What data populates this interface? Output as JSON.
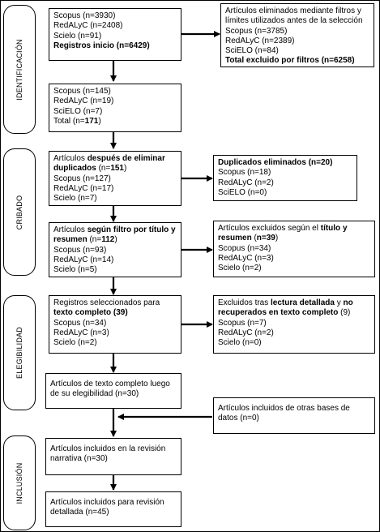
{
  "phases": {
    "identificacion": "IDENTIFICACIÓN",
    "cribado": "CRIBADO",
    "elegibilidad": "ELEGIBILIDAD",
    "inclusion": "INCLUSIÓN"
  },
  "box1": {
    "l1": "Scopus (n=3930)",
    "l2": "RedALyC (n=2408)",
    "l3": "Scielo (n=91)",
    "l4": "Registros inicio (n=6429)"
  },
  "box_filtros": {
    "l1": "Artículos eliminados mediante filtros y límites utilizados antes de la selección",
    "l2": "Scopus (n=3785)",
    "l3": "RedALyC (n=2389)",
    "l4": "SciELO (n=84)",
    "l5": "Total excluido por filtros (n=6258)"
  },
  "box2": {
    "l1": "Scopus (n=145)",
    "l2": "RedALyC (n=19)",
    "l3": "SciELO (n=7)",
    "l4a": "Total (n=",
    "l4b": "171",
    "l4c": ")"
  },
  "box3": {
    "a": "Artículos ",
    "b": "después de eliminar duplicados",
    "c": " (n=",
    "d": "151",
    "e": ")",
    "l2": "Scopus (n=127)",
    "l3": "RedALyC (n=17)",
    "l4": "Scielo (n=7)"
  },
  "box_dup": {
    "l1": "Duplicados eliminados (n=20)",
    "l2": "Scopus (n=18)",
    "l3": "RedALyC (n=2)",
    "l4": "SciELO (n=0)"
  },
  "box4": {
    "a": "Artículos ",
    "b": "según filtro por título y resumen",
    "c": " (n=",
    "d": "112",
    "e": ")",
    "l2": "Scopus (n=93)",
    "l3": "RedALyC (n=14)",
    "l4": "Scielo (n=5)"
  },
  "box_excl": {
    "a": "Artículos excluidos según el ",
    "b": "título y resumen",
    "c": " (",
    "d": "n=39",
    "e": ")",
    "l2": "Scopus (n=34)",
    "l3": "RedALyC (n=3)",
    "l4": "Scielo (n=2)"
  },
  "box5": {
    "a": "Registros seleccionados para ",
    "b": "texto completo (39)",
    "l2": "Scopus (n=34)",
    "l3": "RedALyC (n=3)",
    "l4": "Scielo (n=2)"
  },
  "box_lect": {
    "a": "Excluidos tras ",
    "b": "lectura detallada",
    "c": " y ",
    "d": "no recuperados en texto completo",
    "e": " (9)",
    "l2": "Scopus (n=7)",
    "l3": "RedALyC (n=2)",
    "l4": "Scielo (n=0)"
  },
  "box6": {
    "l1": "Artículos de texto completo luego de su elegibilidad (n=30)"
  },
  "box_otras": {
    "l1": "Artículos incluidos de otras bases de datos (n=0)"
  },
  "box7": {
    "l1": "Artículos incluidos en la revisión narrativa (n=30)"
  },
  "box8": {
    "l1": "Artículos incluidos para revisión detallada (n=45)"
  }
}
